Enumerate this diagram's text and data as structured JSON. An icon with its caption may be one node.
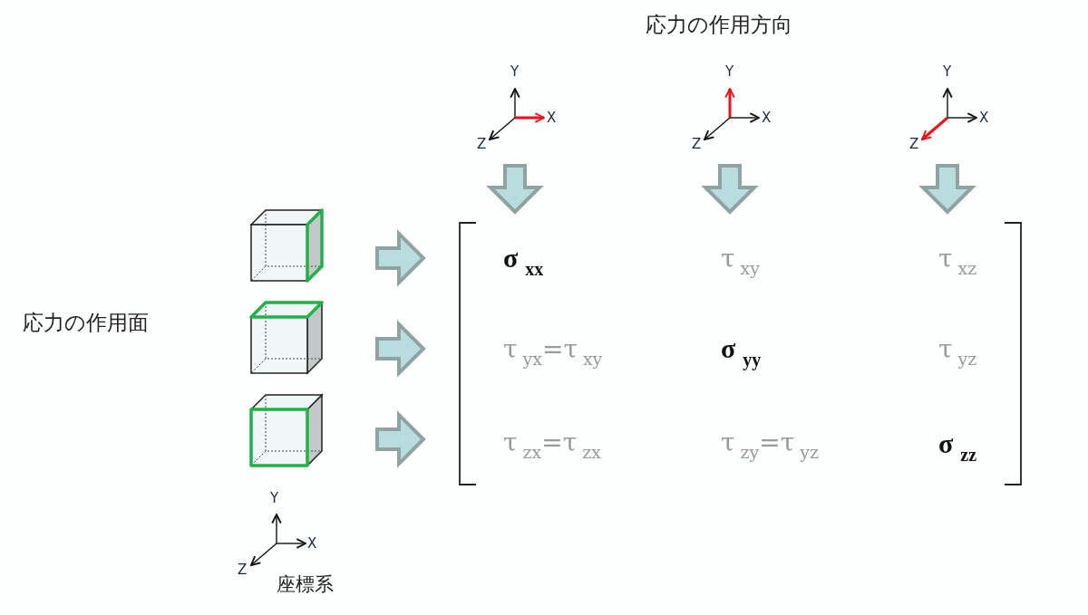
{
  "diagram": {
    "labels": [
      "応力の作用方向",
      "Y",
      "X",
      "Z",
      "Y",
      "X",
      "Z",
      "Y",
      "X",
      "Z",
      "σ$_{xx}$",
      "τ$_{xy}$",
      "τ$_{xz}$",
      "応力の作用面",
      "τ$_{yx}$=τ$_{xy}$",
      "σ$_{yy}$",
      "τ$_{yz}$",
      "τ$_{zx}$=τ$_{zx}$",
      "τ$_{zy}$=τ$_{yz}$",
      "σ$_{zz}$",
      "Y",
      "X",
      "Z",
      "座標系"
    ]
  }
}
